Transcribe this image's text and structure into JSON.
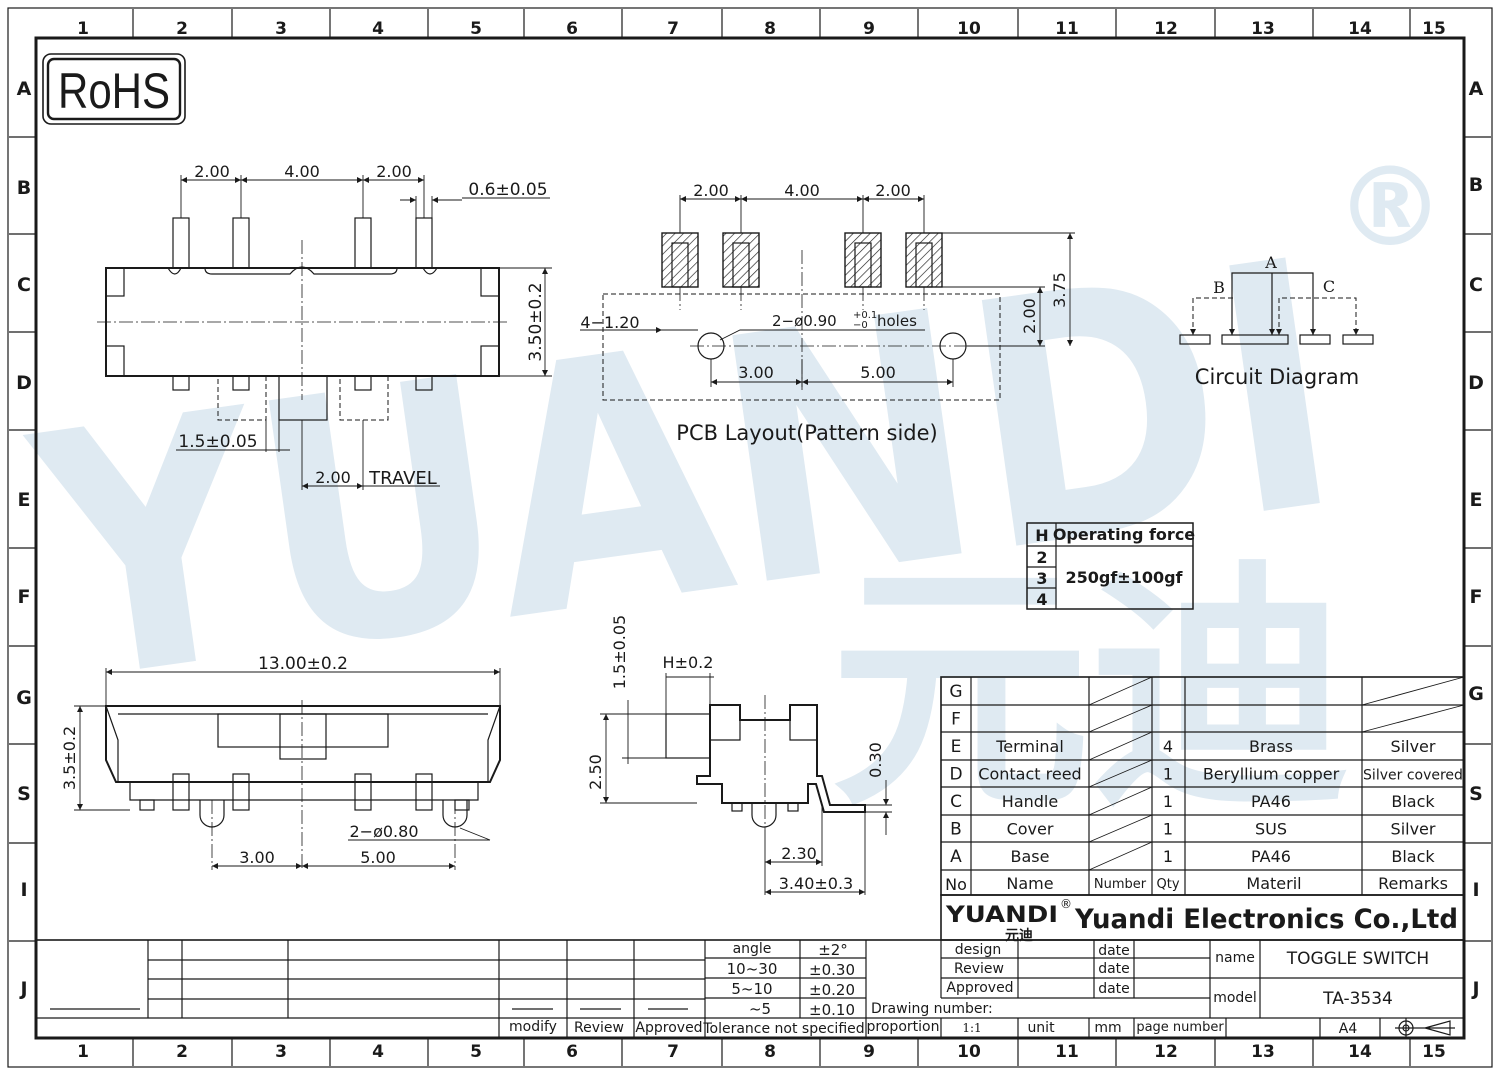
{
  "rohs": "RoHS",
  "watermark": {
    "brand": "YUANDI",
    "reg": "®",
    "chinese": "元迪"
  },
  "grid": {
    "cols": [
      "1",
      "2",
      "3",
      "4",
      "5",
      "6",
      "7",
      "8",
      "9",
      "10",
      "11",
      "12",
      "13",
      "14",
      "15"
    ],
    "rows": [
      "A",
      "B",
      "C",
      "D",
      "E",
      "F",
      "G",
      "S",
      "I",
      "J"
    ]
  },
  "top_view": {
    "d1": "2.00",
    "d2": "4.00",
    "d3": "2.00",
    "pin_width": "0.6±0.05",
    "height": "3.50±0.2",
    "pitch": "1.5±0.05",
    "travel_val": "2.00",
    "travel_label": "TRAVEL"
  },
  "pcb_layout": {
    "d1": "2.00",
    "d2": "4.00",
    "d3": "2.00",
    "pads": "4−1.20",
    "holes_prefix": "2−ø0.90",
    "tol_plus": "+0.1",
    "tol_minus": "−0",
    "holes_suffix": "holes",
    "h1": "2.00",
    "h2": "3.75",
    "s1": "3.00",
    "s2": "5.00",
    "caption": "PCB  Layout(Pattern  side)"
  },
  "circuit": {
    "a": "A",
    "b": "B",
    "c": "C",
    "caption": "Circuit  Diagram"
  },
  "force_table": {
    "h": "H",
    "header": "Operating force",
    "rows": [
      "2",
      "3",
      "4"
    ],
    "value": "250gf±100gf"
  },
  "front_view": {
    "width": "13.00±0.2",
    "height": "3.5±0.2",
    "holes": "2−ø0.80",
    "s1": "3.00",
    "s2": "5.00"
  },
  "side_view": {
    "v1": "1.5±0.05",
    "h": "H±0.2",
    "v2": "2.50",
    "v3": "0.30",
    "d1": "2.30",
    "d2": "3.40±0.3"
  },
  "bom": {
    "rows": [
      {
        "no": "G",
        "name": "",
        "qty": "",
        "mat": "",
        "rem": ""
      },
      {
        "no": "F",
        "name": "",
        "qty": "",
        "mat": "",
        "rem": ""
      },
      {
        "no": "E",
        "name": "Terminal",
        "qty": "4",
        "mat": "Brass",
        "rem": "Silver"
      },
      {
        "no": "D",
        "name": "Contact reed",
        "qty": "1",
        "mat": "Beryllium copper",
        "rem": "Silver covered"
      },
      {
        "no": "C",
        "name": "Handle",
        "qty": "1",
        "mat": "PA46",
        "rem": "Black"
      },
      {
        "no": "B",
        "name": "Cover",
        "qty": "1",
        "mat": "SUS",
        "rem": "Silver"
      },
      {
        "no": "A",
        "name": "Base",
        "qty": "1",
        "mat": "PA46",
        "rem": "Black"
      }
    ],
    "header": {
      "no": "No",
      "name": "Name",
      "num": "Number",
      "qty": "Qty",
      "mat": "Materil",
      "rem": "Remarks"
    }
  },
  "company": {
    "logo": "YUANDI",
    "logo_cn": "元迪",
    "reg": "®",
    "name": "Yuandi Electronics Co.,Ltd"
  },
  "title_block": {
    "design": "design",
    "review": "Review",
    "approved": "Approved",
    "date": "date",
    "name_label": "name",
    "name_value": "TOGGLE SWITCH",
    "model_label": "model",
    "model_value": "TA-3534",
    "drawing_number": "Drawing number:",
    "proportion": "proportion",
    "scale": "1:1",
    "unit": "unit",
    "mm": "mm",
    "page_number": "page number",
    "size": "A4"
  },
  "tolerance": {
    "angle": "angle",
    "angle_tol": "±2°",
    "r1": "10~30",
    "t1": "±0.30",
    "r2": "5~10",
    "t2": "±0.20",
    "r3": "~5",
    "t3": "±0.10",
    "modify": "modify",
    "review": "Review",
    "approved": "Approved",
    "note": "Tolerance not specified"
  }
}
